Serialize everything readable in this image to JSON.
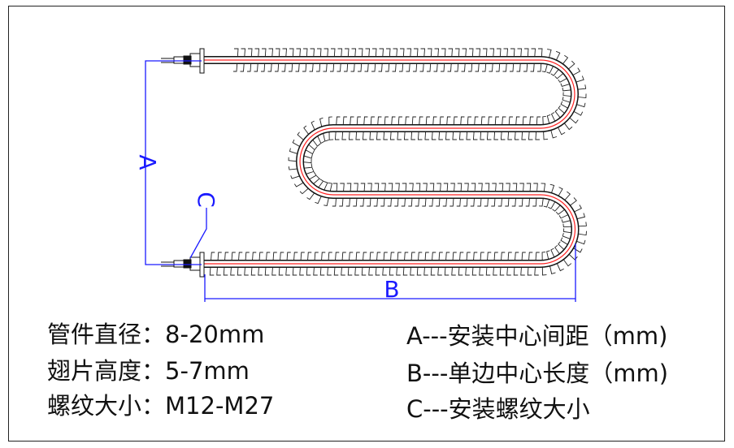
{
  "diagram": {
    "labels": {
      "A": "A",
      "B": "B",
      "C": "C"
    },
    "colors": {
      "dimension": "#1a1aff",
      "tube": "#111111",
      "wire": "#ff2020"
    }
  },
  "specs_left": [
    {
      "name": "管件直径",
      "sep": "：",
      "value": "8-20mm"
    },
    {
      "name": "翅片高度",
      "sep": "：",
      "value": "5-7mm"
    },
    {
      "name": "螺纹大小",
      "sep": "：",
      "value": "M12-M27"
    }
  ],
  "specs_right": [
    "A---安装中心间距（mm)",
    "B---单边中心长度（mm)",
    "C---安装螺纹大小"
  ]
}
